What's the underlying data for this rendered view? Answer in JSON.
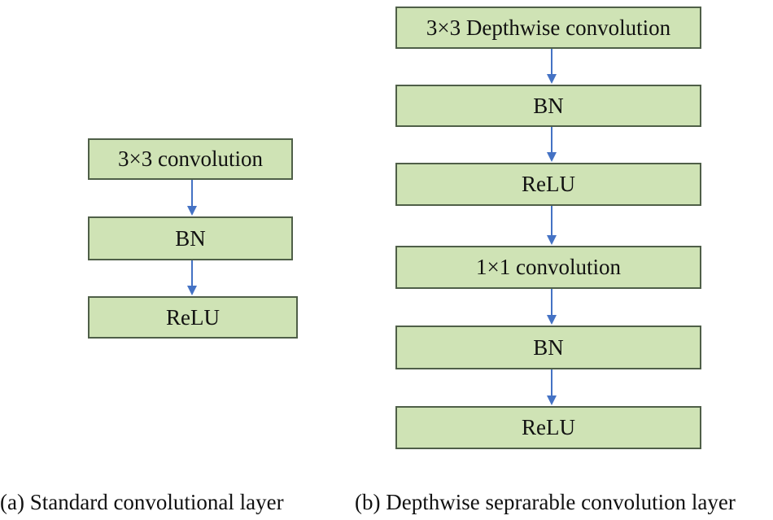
{
  "diagram_a": {
    "boxes": [
      "3×3 convolution",
      "BN",
      "ReLU"
    ],
    "caption": "(a) Standard convolutional layer"
  },
  "diagram_b": {
    "boxes": [
      "3×3 Depthwise convolution",
      "BN",
      "ReLU",
      "1×1 convolution",
      "BN",
      "ReLU"
    ],
    "caption": "(b) Depthwise seprarable convolution layer"
  },
  "colors": {
    "box_fill": "#cfe3b5",
    "box_border": "#4f5f48",
    "arrow": "#4472c4"
  }
}
